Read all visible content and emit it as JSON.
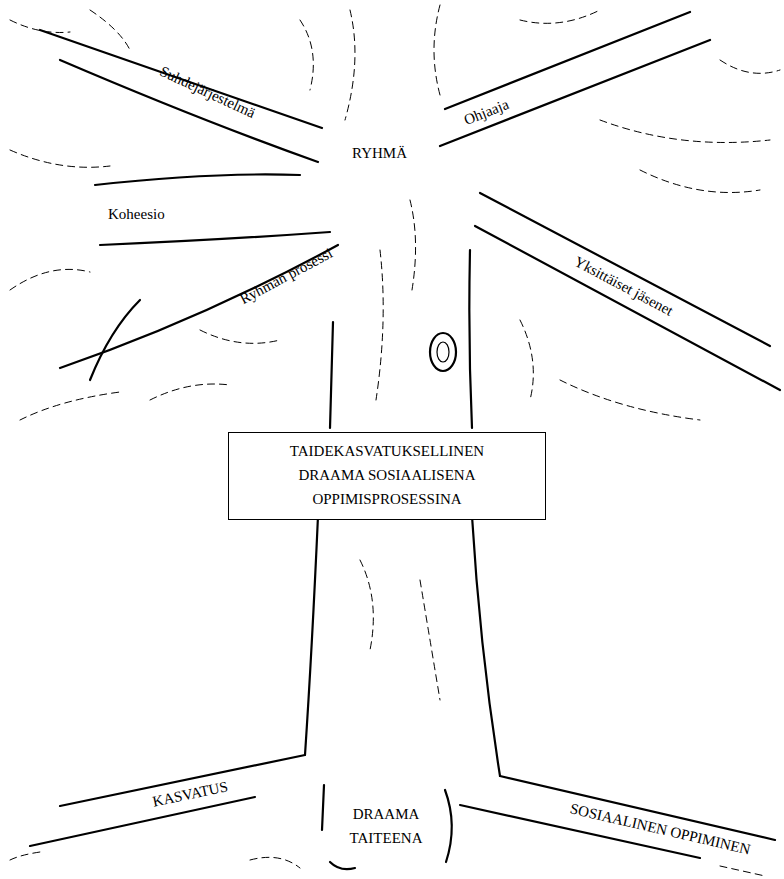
{
  "diagram": {
    "nodes": [
      {
        "text": [
          "TAIDEKASVATUKSELLINEN DRAAMA SOSIAALISENA OPPIMISPROSESSINA"
        ]
      }
    ],
    "labels": [
      "Suhdejärjestelmä",
      "RYHMÄ",
      "Ohjaaja",
      "Koheesio",
      "Ryhmän prosessi",
      "Yksittäiset jäsenet",
      "KASVATUS",
      "DRAAMA TAITEENA",
      "SOSIAALINEN OPPIMINEN"
    ]
  }
}
